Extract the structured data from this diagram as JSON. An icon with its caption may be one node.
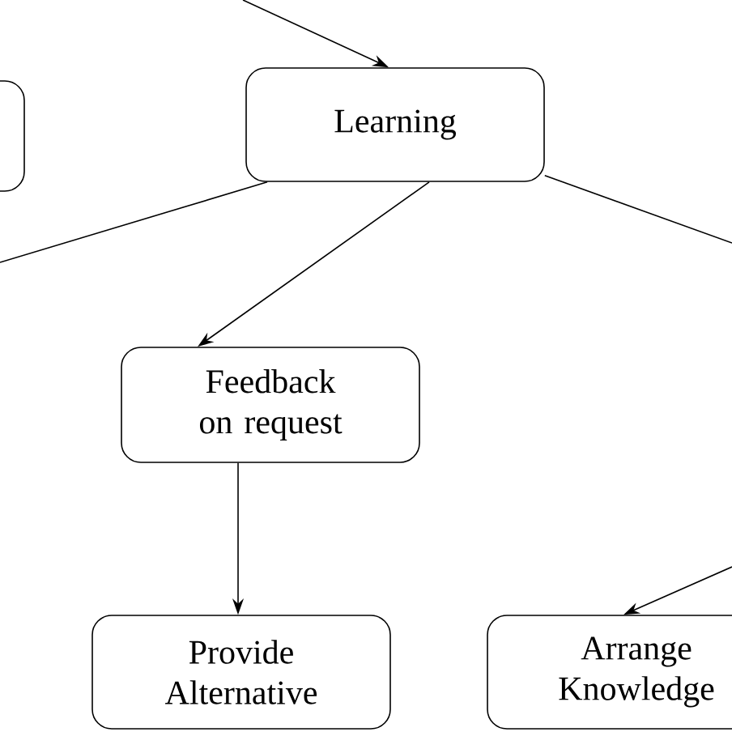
{
  "diagram": {
    "nodes": [
      {
        "text": [
          "Learning"
        ]
      },
      {
        "text": [],
        "shape": "box"
      },
      {
        "text": [
          "Feedback on request"
        ]
      },
      {
        "text": [
          "Provide Alternative"
        ]
      },
      {
        "text": [
          "Arrange Knowledge"
        ]
      }
    ],
    "edges": [
      {
        "from": null,
        "to": 0,
        "arrow": "to"
      },
      {
        "from": 0,
        "to": null,
        "arrow": "none"
      },
      {
        "from": 0,
        "to": null,
        "arrow": "none"
      },
      {
        "from": 0,
        "to": 2,
        "arrow": "to"
      },
      {
        "from": 2,
        "to": 3,
        "arrow": "to"
      },
      {
        "from": null,
        "to": 4,
        "arrow": "to"
      }
    ]
  }
}
